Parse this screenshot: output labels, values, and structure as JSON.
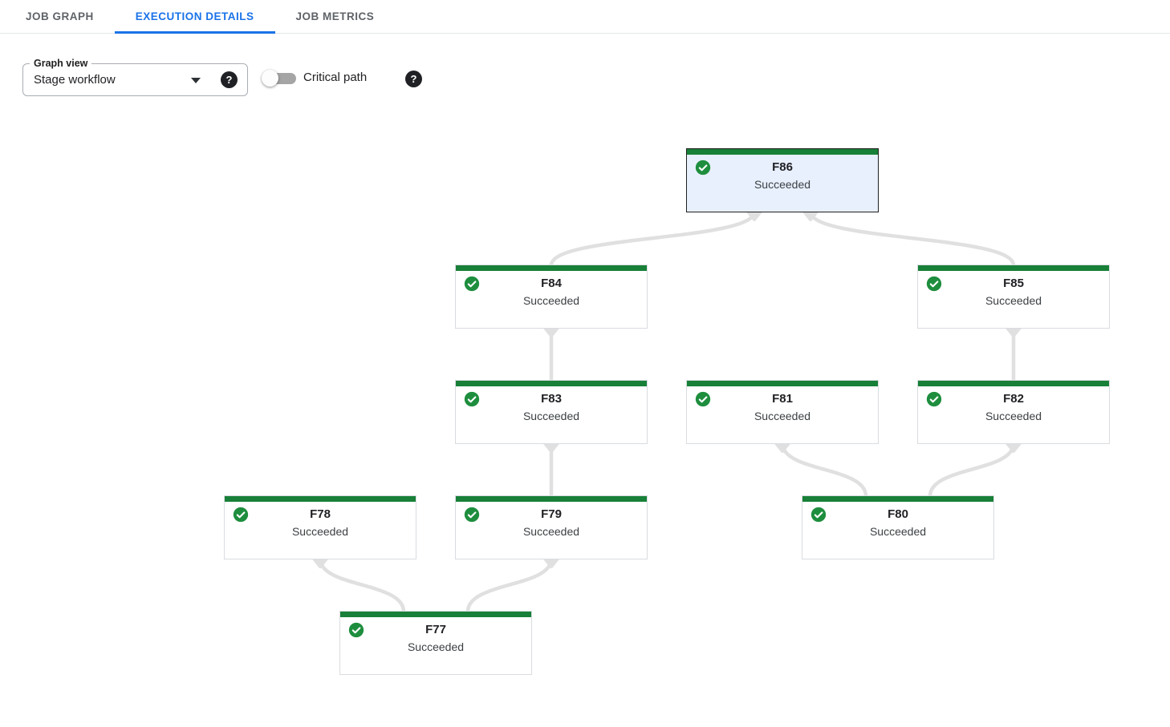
{
  "tabs": [
    {
      "label": "JOB GRAPH",
      "active": false
    },
    {
      "label": "EXECUTION DETAILS",
      "active": true
    },
    {
      "label": "JOB METRICS",
      "active": false
    }
  ],
  "active_tab": "EXECUTION DETAILS",
  "controls": {
    "graph_view_label": "Graph view",
    "graph_view_value": "Stage workflow",
    "critical_path_label": "Critical path",
    "critical_path_enabled": false
  },
  "icons": {
    "help": "?",
    "check": "✓",
    "dropdown_arrow": "▾"
  },
  "colors": {
    "accent_blue": "#1a73e8",
    "success_green": "#188038",
    "check_green": "#1e8e3e",
    "selected_node_bg": "#e8f0fe",
    "selected_node_border": "#1f1f1f",
    "node_border": "#dadce0",
    "edge_gray": "#e0e0e0",
    "inactive_tab_text": "#5f6368"
  },
  "graph": {
    "nodes": [
      {
        "id": "F86",
        "status": "Succeeded",
        "selected": true
      },
      {
        "id": "F84",
        "status": "Succeeded",
        "selected": false
      },
      {
        "id": "F85",
        "status": "Succeeded",
        "selected": false
      },
      {
        "id": "F83",
        "status": "Succeeded",
        "selected": false
      },
      {
        "id": "F81",
        "status": "Succeeded",
        "selected": false
      },
      {
        "id": "F82",
        "status": "Succeeded",
        "selected": false
      },
      {
        "id": "F78",
        "status": "Succeeded",
        "selected": false
      },
      {
        "id": "F79",
        "status": "Succeeded",
        "selected": false
      },
      {
        "id": "F80",
        "status": "Succeeded",
        "selected": false
      },
      {
        "id": "F77",
        "status": "Succeeded",
        "selected": false
      }
    ],
    "edges": [
      {
        "from": "F86",
        "to": "F84"
      },
      {
        "from": "F86",
        "to": "F85"
      },
      {
        "from": "F84",
        "to": "F83"
      },
      {
        "from": "F85",
        "to": "F82"
      },
      {
        "from": "F83",
        "to": "F79"
      },
      {
        "from": "F81",
        "to": "F80"
      },
      {
        "from": "F82",
        "to": "F80"
      },
      {
        "from": "F78",
        "to": "F77"
      },
      {
        "from": "F79",
        "to": "F77"
      }
    ]
  }
}
